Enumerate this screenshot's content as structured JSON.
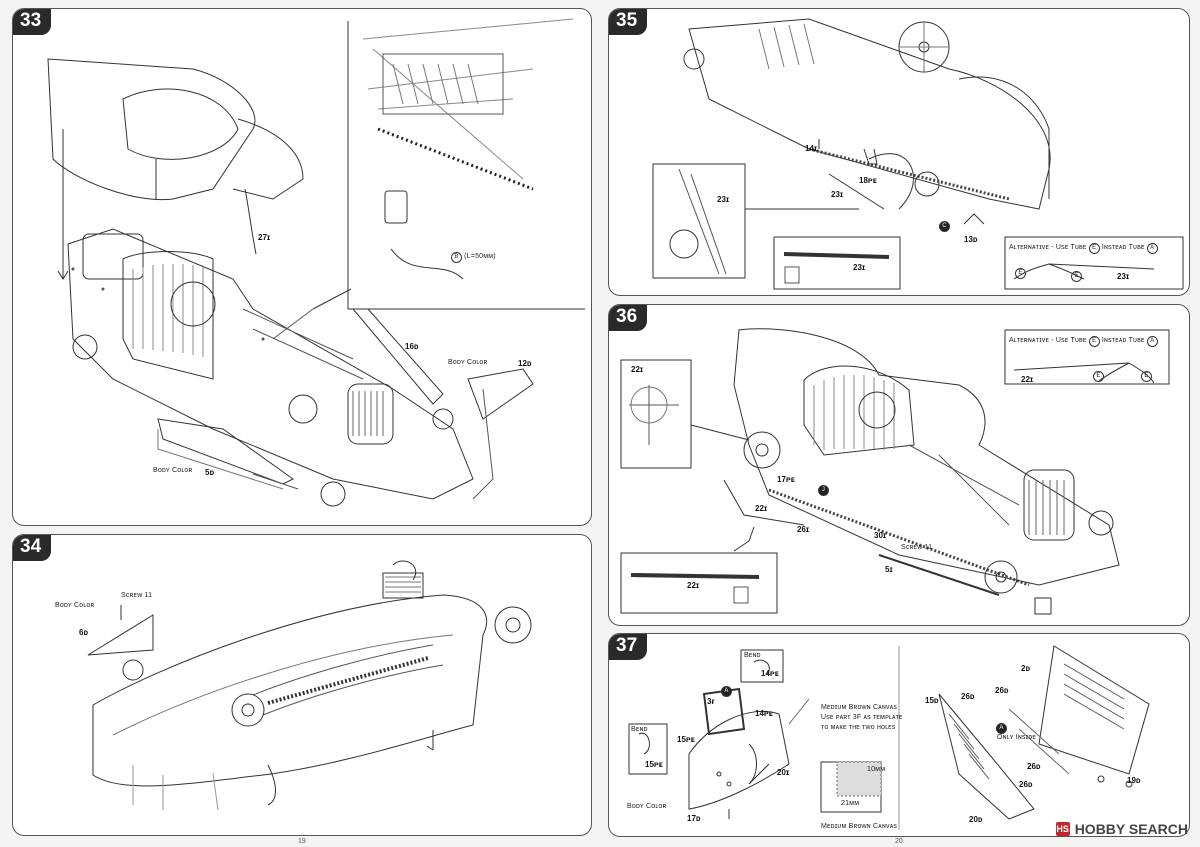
{
  "steps": {
    "s33": {
      "number": "33",
      "labels": {
        "p27": "27ɪ",
        "tube_b": "(L=50ᴍᴍ)",
        "tube_b_circle": "B",
        "p16": "16ᴅ",
        "body_color_1": "Bᴏᴅʏ Cᴏʟᴏʀ",
        "p12": "12ᴅ",
        "body_color_2": "Bᴏᴅʏ Cᴏʟᴏʀ",
        "p5": "5ᴅ"
      }
    },
    "s34": {
      "number": "34",
      "labels": {
        "screw": "Sᴄʀᴇᴡ 11",
        "body_color": "Bᴏᴅʏ Cᴏʟᴏʀ",
        "p6": "6ᴅ"
      }
    },
    "s35": {
      "number": "35",
      "labels": {
        "p14": "14ɪ",
        "p18": "18ᴘᴇ",
        "p23a": "23ɪ",
        "p23b": "23ɪ",
        "p23c": "23ɪ",
        "p23d": "23ɪ",
        "c_circle": "C",
        "p13": "13ᴅ",
        "alt": "Aʟᴛᴇʀɴᴀᴛɪᴠᴇ - Usᴇ Tᴜʙᴇ",
        "alt_e": "E",
        "alt_instead": "Iɴsᴛᴇᴀᴅ Tᴜʙᴇ",
        "alt_a": "A",
        "e1": "E",
        "e2": "E"
      }
    },
    "s36": {
      "number": "36",
      "labels": {
        "alt": "Aʟᴛᴇʀɴᴀᴛɪᴠᴇ - Usᴇ Tᴜʙᴇ",
        "alt_e": "E",
        "alt_instead": "Iɴsᴛᴇᴀᴅ Tᴜʙᴇ",
        "alt_a": "A",
        "p22a": "22ɪ",
        "p22b": "22ɪ",
        "p22c": "22ɪ",
        "p22d": "22ɪ",
        "e1": "E",
        "e2": "E",
        "p17": "17ᴘᴇ",
        "j_circle": "J",
        "p26": "26ɪ",
        "p30": "30ɪ",
        "screw": "Sᴄʀᴇᴡ 11",
        "p5": "5ɪ"
      }
    },
    "s37": {
      "number": "37",
      "labels": {
        "bend1": "Bᴇɴᴅ",
        "p14a": "14ᴘᴇ",
        "p3": "3ғ",
        "p14b": "14ᴘᴇ",
        "canvas_note": [
          "Mᴇᴅɪᴜᴍ Bʀᴏᴡɴ Cᴀɴᴠᴀs",
          "Usᴇ ᴘᴀʀᴛ 3F ᴀs ᴛᴇᴍᴘʟᴀᴛᴇ",
          "ᴛᴏ ᴍᴀᴋᴇ ᴛʜᴇ ᴛᴡᴏ ʜᴏʟᴇs"
        ],
        "bend2": "Bᴇɴᴅ",
        "p15a": "15ᴘᴇ",
        "p15b": "15ᴘᴇ",
        "p20": "20ɪ",
        "dim_10": "10ᴍᴍ",
        "dim_21": "21ᴍᴍ",
        "canvas_label": "Mᴇᴅɪᴜᴍ Bʀᴏᴡɴ Cᴀɴᴠᴀs",
        "body_color": "Bᴏᴅʏ Cᴏʟᴏʀ",
        "p17": "17ᴅ",
        "p2": "2ᴅ",
        "p15d": "15ᴅ",
        "p26a": "26ᴅ",
        "p26b": "26ᴅ",
        "only_inside": "Oɴʟʏ Iɴsɪᴅᴇ",
        "p26c": "26ᴅ",
        "p26d": "26ᴅ",
        "p19": "19ᴅ",
        "p20d": "20ᴅ",
        "a_circle": "A"
      }
    }
  },
  "pages": {
    "left": "19",
    "right": "20"
  },
  "watermark": "HOBBY SEARCH"
}
